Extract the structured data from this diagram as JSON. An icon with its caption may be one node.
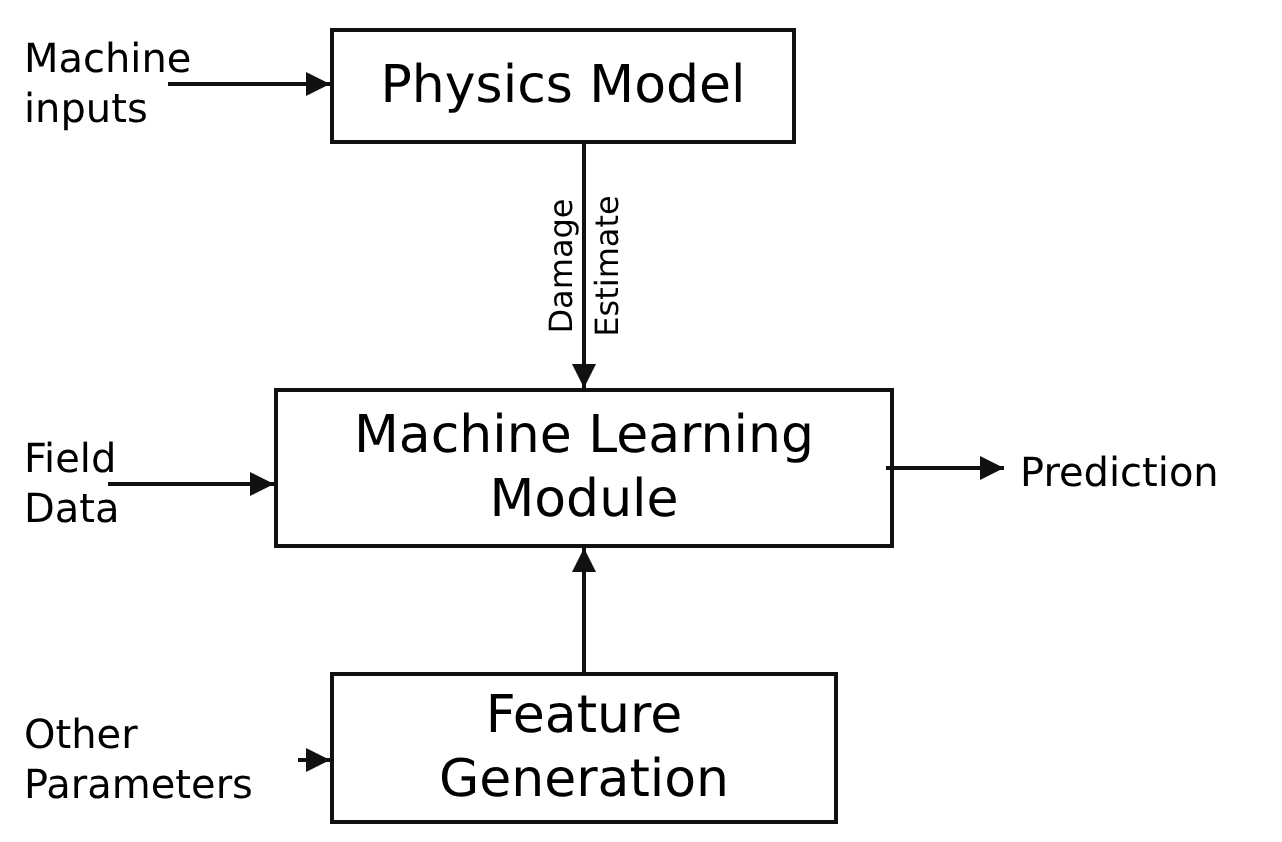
{
  "diagram": {
    "nodes": [
      {
        "text": [
          "Machine inputs"
        ]
      },
      {
        "text": [
          "Physics Model"
        ]
      },
      {
        "text": [
          "Field Data"
        ]
      },
      {
        "text": [
          "Machine Learning Module"
        ]
      },
      {
        "text": [
          "Prediction"
        ]
      },
      {
        "text": [
          "Other Parameters"
        ]
      },
      {
        "text": [
          "Feature Generation"
        ]
      }
    ],
    "edges": [
      {
        "from": 0,
        "to": 1,
        "arrow": "to"
      },
      {
        "from": 1,
        "to": 3,
        "arrow": "to",
        "label": "Damage Estimate"
      },
      {
        "from": 2,
        "to": 3,
        "arrow": "to"
      },
      {
        "from": 3,
        "to": 4,
        "arrow": "to"
      },
      {
        "from": 5,
        "to": 6,
        "arrow": "to"
      },
      {
        "from": 6,
        "to": 3,
        "arrow": "to"
      }
    ]
  }
}
